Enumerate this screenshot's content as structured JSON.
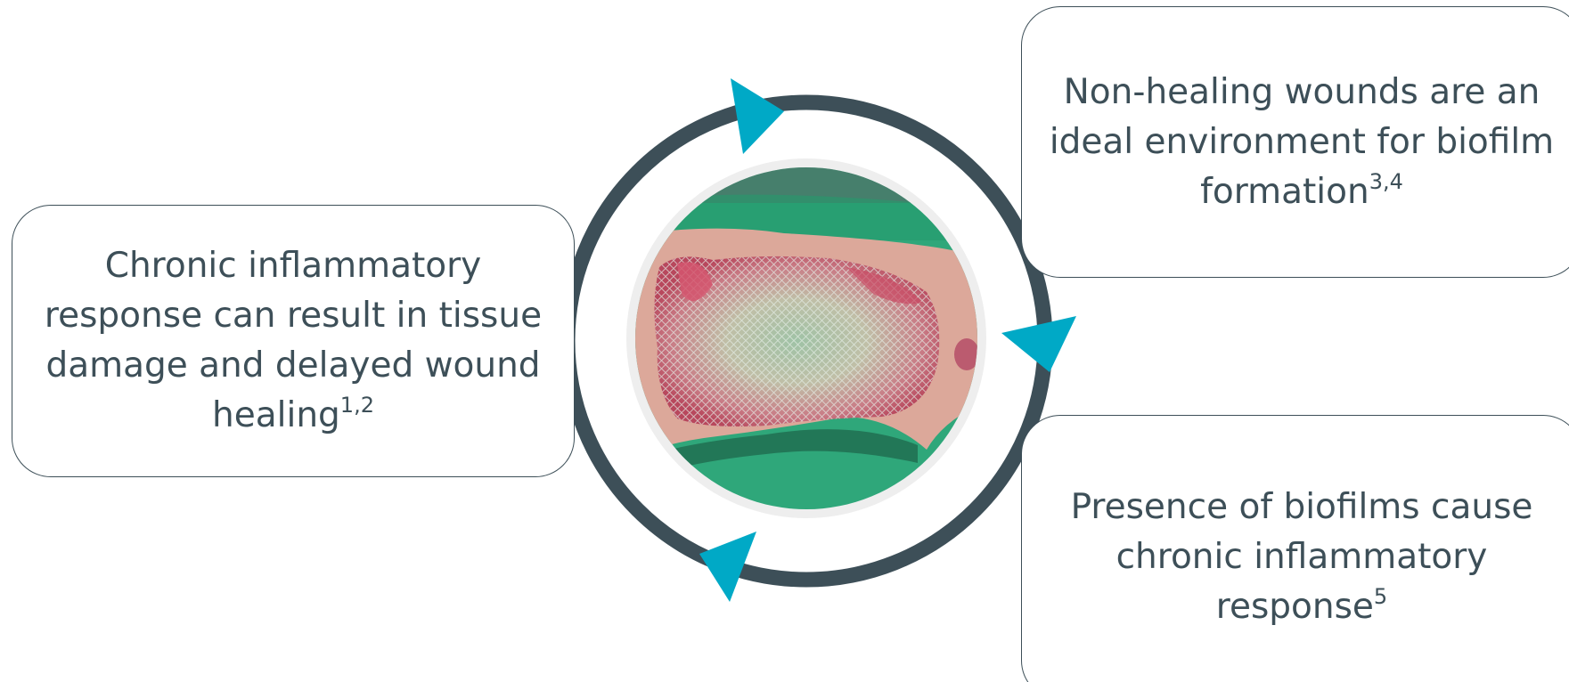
{
  "diagram": {
    "boxes": {
      "left": {
        "text": "Chronic inflammatory response can result in tissue damage and delayed wound healing",
        "ref": "1,2"
      },
      "top_right": {
        "text": "Non-healing wounds are an ideal environment for biofilm formation",
        "ref": "3,4"
      },
      "bottom_right": {
        "text": "Presence of biofilms cause chronic inflammatory response",
        "ref": "5"
      }
    },
    "colors": {
      "ring": "#3d4f58",
      "arrow": "#00a9c6",
      "box_border": "#3d4f58",
      "text": "#3d4f58",
      "photo_frame": "#eeeeee"
    },
    "center_image": "chronic-wound-photo",
    "cycle_direction": "clockwise"
  }
}
